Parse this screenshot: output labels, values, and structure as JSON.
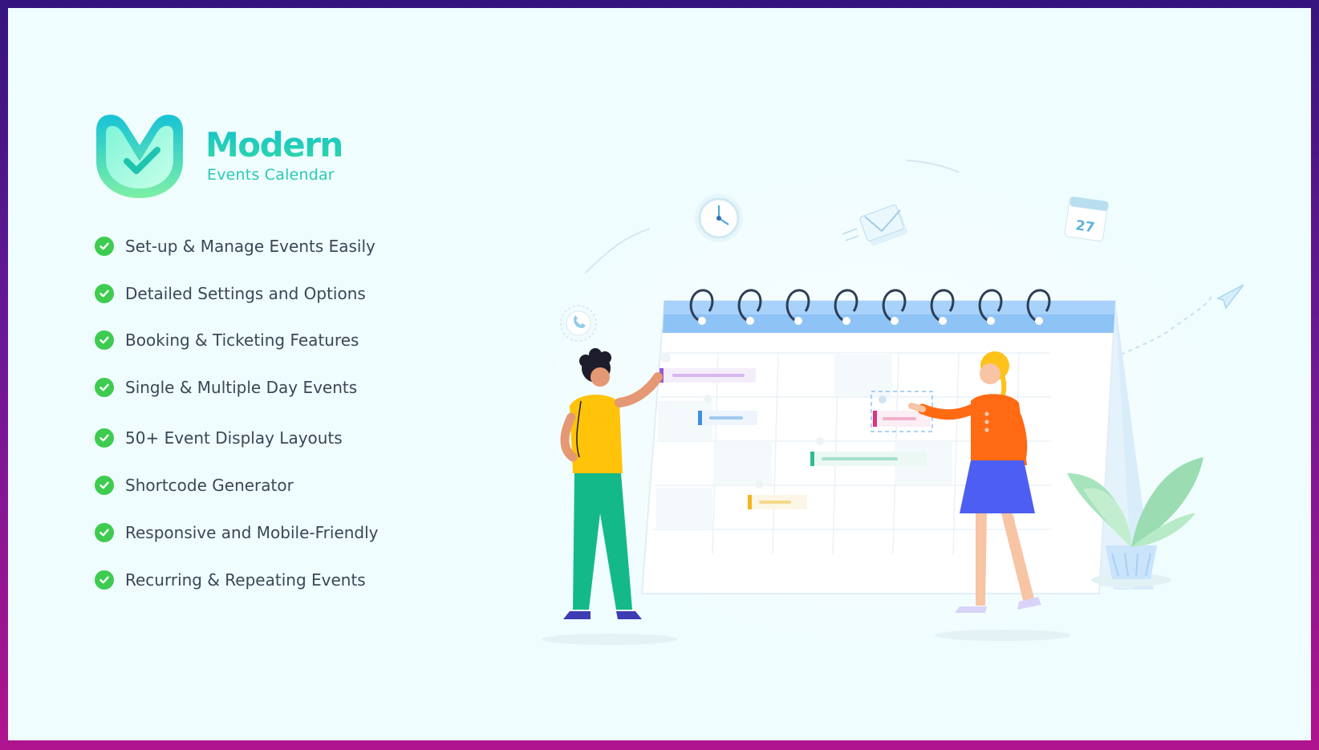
{
  "brand": {
    "name": "Modern",
    "subtitle": "Events Calendar",
    "colors": {
      "primary": "#1fc7c4",
      "accent_green": "#2fd8a6",
      "check": "#3dcc4f"
    }
  },
  "features": [
    {
      "label": "Set-up & Manage Events Easily",
      "icon": "check-circle-icon"
    },
    {
      "label": "Detailed Settings and Options",
      "icon": "check-circle-icon"
    },
    {
      "label": "Booking & Ticketing Features",
      "icon": "check-circle-icon"
    },
    {
      "label": "Single & Multiple Day Events",
      "icon": "check-circle-icon"
    },
    {
      "label": "50+ Event Display Layouts",
      "icon": "check-circle-icon"
    },
    {
      "label": "Shortcode Generator",
      "icon": "check-circle-icon"
    },
    {
      "label": "Responsive and Mobile-Friendly",
      "icon": "check-circle-icon"
    },
    {
      "label": "Recurring & Repeating Events",
      "icon": "check-circle-icon"
    }
  ],
  "illustration": {
    "mini_calendar_day": "27",
    "icons": [
      "clock-icon",
      "envelope-icon",
      "phone-icon",
      "paper-plane-icon",
      "mini-calendar-icon",
      "plant-icon"
    ]
  },
  "frame_colors": {
    "top": "#34157d",
    "bottom": "#b0148f",
    "background": "#effdfe"
  }
}
